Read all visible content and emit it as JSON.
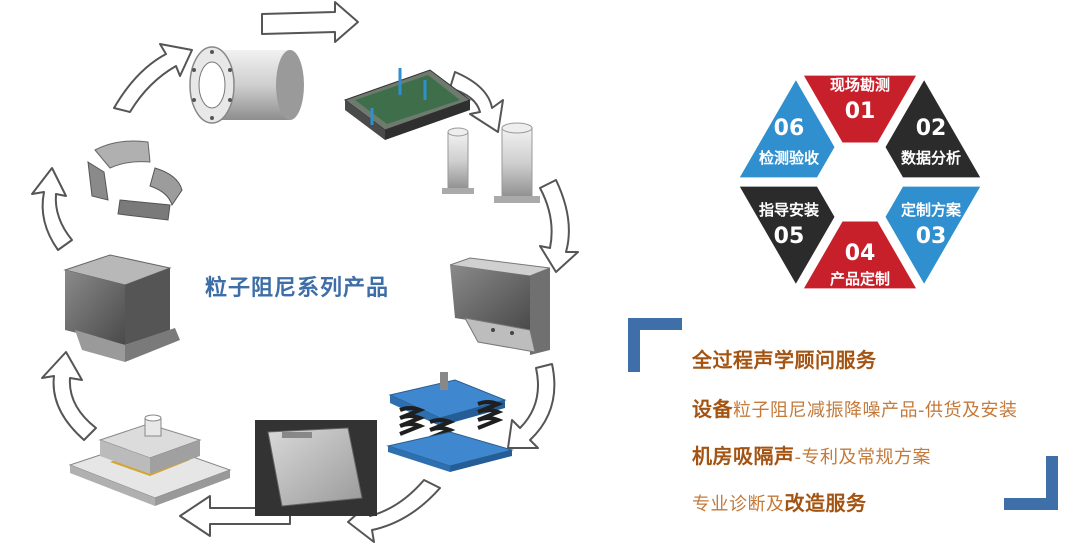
{
  "center_title": "粒子阻尼系列产品",
  "hexagon": {
    "segments": [
      {
        "num": "01",
        "label": "现场勘测",
        "color": "#c8202b"
      },
      {
        "num": "02",
        "label": "数据分析",
        "color": "#2b2b2b"
      },
      {
        "num": "03",
        "label": "定制方案",
        "color": "#2f8fcf"
      },
      {
        "num": "04",
        "label": "产品定制",
        "color": "#c8202b"
      },
      {
        "num": "05",
        "label": "指导安装",
        "color": "#2b2b2b"
      },
      {
        "num": "06",
        "label": "检测验收",
        "color": "#2f8fcf"
      }
    ]
  },
  "services": {
    "line1": "全过程声学顾问服务",
    "line2_bold": "设备",
    "line2_rest": "粒子阻尼减振降噪产品-供货及安装",
    "line3_bold": "机房吸隔声",
    "line3_rest": "-专利及常规方案",
    "line4_rest": "专业诊断及",
    "line4_bold": "改造服务"
  },
  "colors": {
    "accent_blue": "#3f6fa8",
    "text_orange": "#b4651c"
  }
}
